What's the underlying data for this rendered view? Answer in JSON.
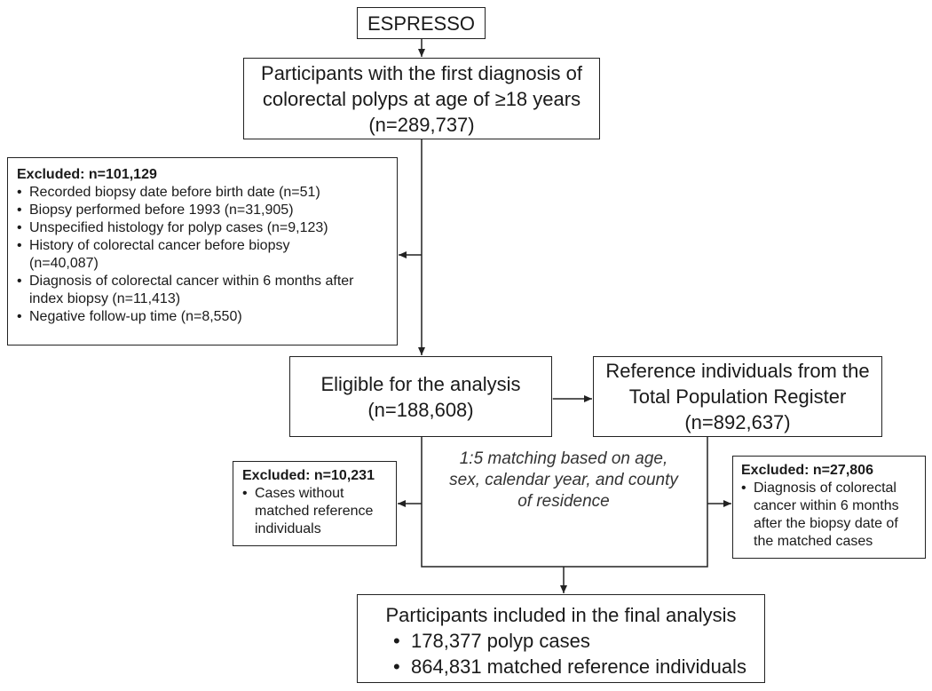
{
  "source": {
    "label": "ESPRESSO"
  },
  "initial": {
    "line1": "Participants with the first diagnosis of",
    "line2": "colorectal polyps at age of ≥18 years",
    "n": "(n=289,737)"
  },
  "exclusion1": {
    "title": "Excluded: n=101,129",
    "items": [
      "Recorded biopsy date before birth date (n=51)",
      "Biopsy performed before 1993 (n=31,905)",
      "Unspecified histology for polyp cases (n=9,123)",
      "History of colorectal cancer before biopsy (n=40,087)",
      "Diagnosis of colorectal cancer within 6 months after index biopsy (n=11,413)",
      "Negative follow-up time (n=8,550)"
    ]
  },
  "eligible": {
    "label": "Eligible for the analysis",
    "n": "(n=188,608)"
  },
  "reference": {
    "line1": "Reference individuals from the",
    "line2": "Total Population Register",
    "n": "(n=892,637)"
  },
  "matching": {
    "text": "1:5 matching based on age, sex, calendar year, and county of residence"
  },
  "exclusion2": {
    "title": "Excluded: n=10,231",
    "items": [
      "Cases without matched reference individuals"
    ]
  },
  "exclusion3": {
    "title": "Excluded: n=27,806",
    "items": [
      "Diagnosis of colorectal cancer within 6 months after the biopsy date of the matched cases"
    ]
  },
  "final": {
    "title": "Participants included in the final analysis",
    "items": [
      "178,377 polyp cases",
      "864,831 matched reference individuals"
    ]
  }
}
